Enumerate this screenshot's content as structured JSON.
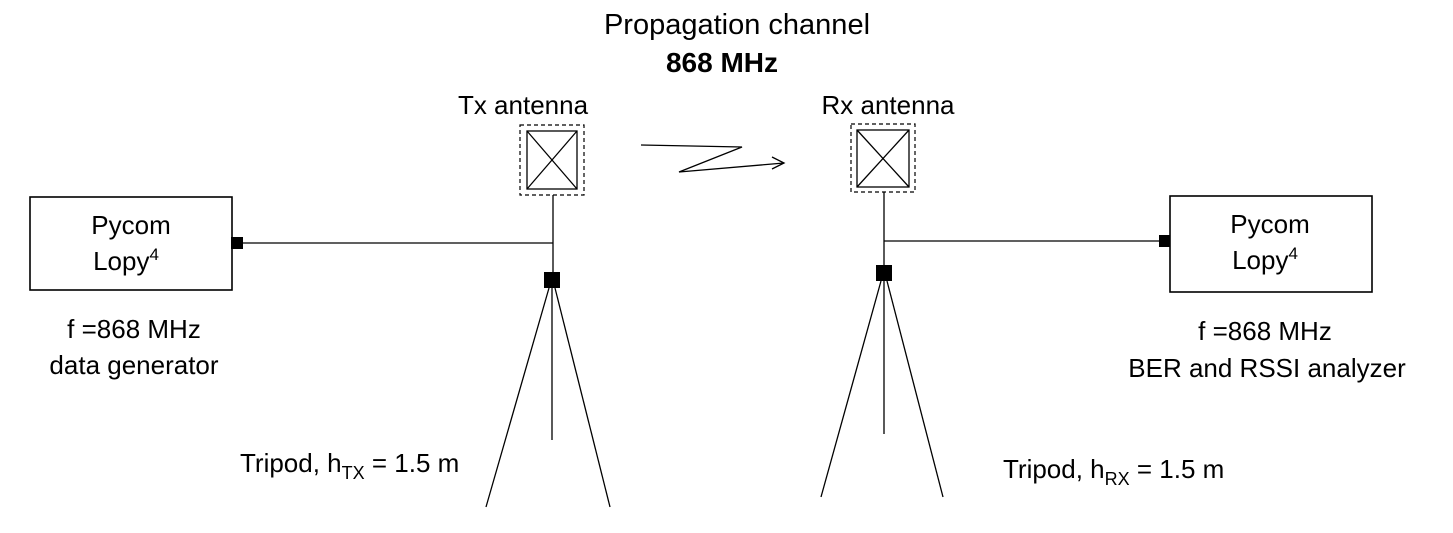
{
  "title": "Propagation channel",
  "frequency": "868 MHz",
  "tx": {
    "antenna_label": "Tx antenna",
    "device_line1": "Pycom",
    "device_line2": "Lopy",
    "device_sup": "4",
    "spec_line1": "f =868 MHz",
    "spec_line2": "data generator",
    "tripod_prefix": "Tripod, h",
    "tripod_sub": "TX",
    "tripod_value": " = 1.5 m"
  },
  "rx": {
    "antenna_label": "Rx antenna",
    "device_line1": "Pycom",
    "device_line2": "Lopy",
    "device_sup": "4",
    "spec_line1": "f =868 MHz",
    "spec_line2": "BER and RSSI analyzer",
    "tripod_prefix": "Tripod, h",
    "tripod_sub": "RX",
    "tripod_value": " = 1.5 m"
  },
  "icons": {
    "antenna": "antenna-icon",
    "link": "wireless-link-icon",
    "tripod": "tripod-icon"
  }
}
